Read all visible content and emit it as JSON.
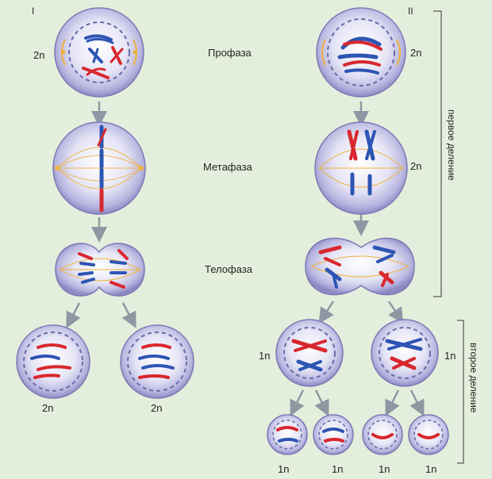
{
  "columns": {
    "meiosis_left": "I",
    "meiosis_right": "II"
  },
  "phases": {
    "prophase": "Профаза",
    "metaphase": "Метафаза",
    "telophase": "Телофаза"
  },
  "ploidy": {
    "diploid": "2n",
    "haploid": "1n"
  },
  "divisions": {
    "first": "первое деление",
    "second": "второе деление"
  },
  "colors": {
    "background": "#e3efdc",
    "maternal": "#d8282e",
    "paternal": "#2d55b3",
    "spindle": "#f0b23a",
    "membrane": "#8e8ac4",
    "arrow": "#9097a3"
  }
}
